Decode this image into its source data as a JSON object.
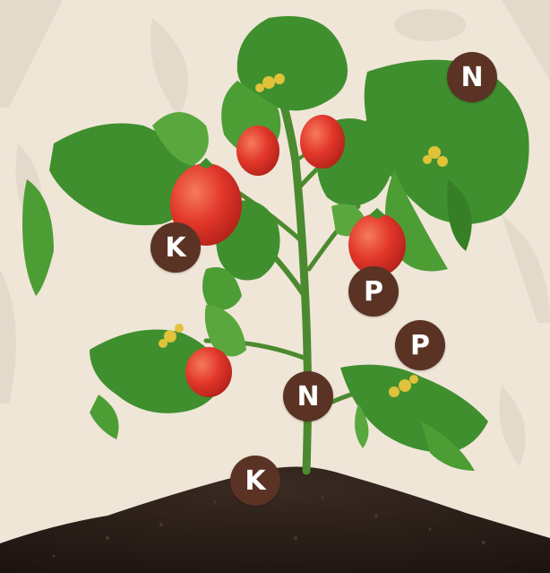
{
  "colors": {
    "background": "#efe6d8",
    "background_pattern": "#e4dacb",
    "leaf": "#3f8f2e",
    "leaf_light": "#5aa83d",
    "stem": "#4b8a2f",
    "tomato": "#e2362a",
    "tomato_highlight": "#f26a50",
    "flower": "#e0c33a",
    "soil": "#2b1d17",
    "badge": "#5a3324",
    "badge_text": "#ffffff"
  },
  "icons": {
    "plant": "tomato-plant-icon",
    "soil": "soil-mound-icon"
  },
  "badges": [
    {
      "id": "n-top",
      "label": "N"
    },
    {
      "id": "k-left",
      "label": "K"
    },
    {
      "id": "p-mid",
      "label": "P"
    },
    {
      "id": "p-low",
      "label": "P"
    },
    {
      "id": "n-stem",
      "label": "N"
    },
    {
      "id": "k-soil",
      "label": "K"
    }
  ]
}
